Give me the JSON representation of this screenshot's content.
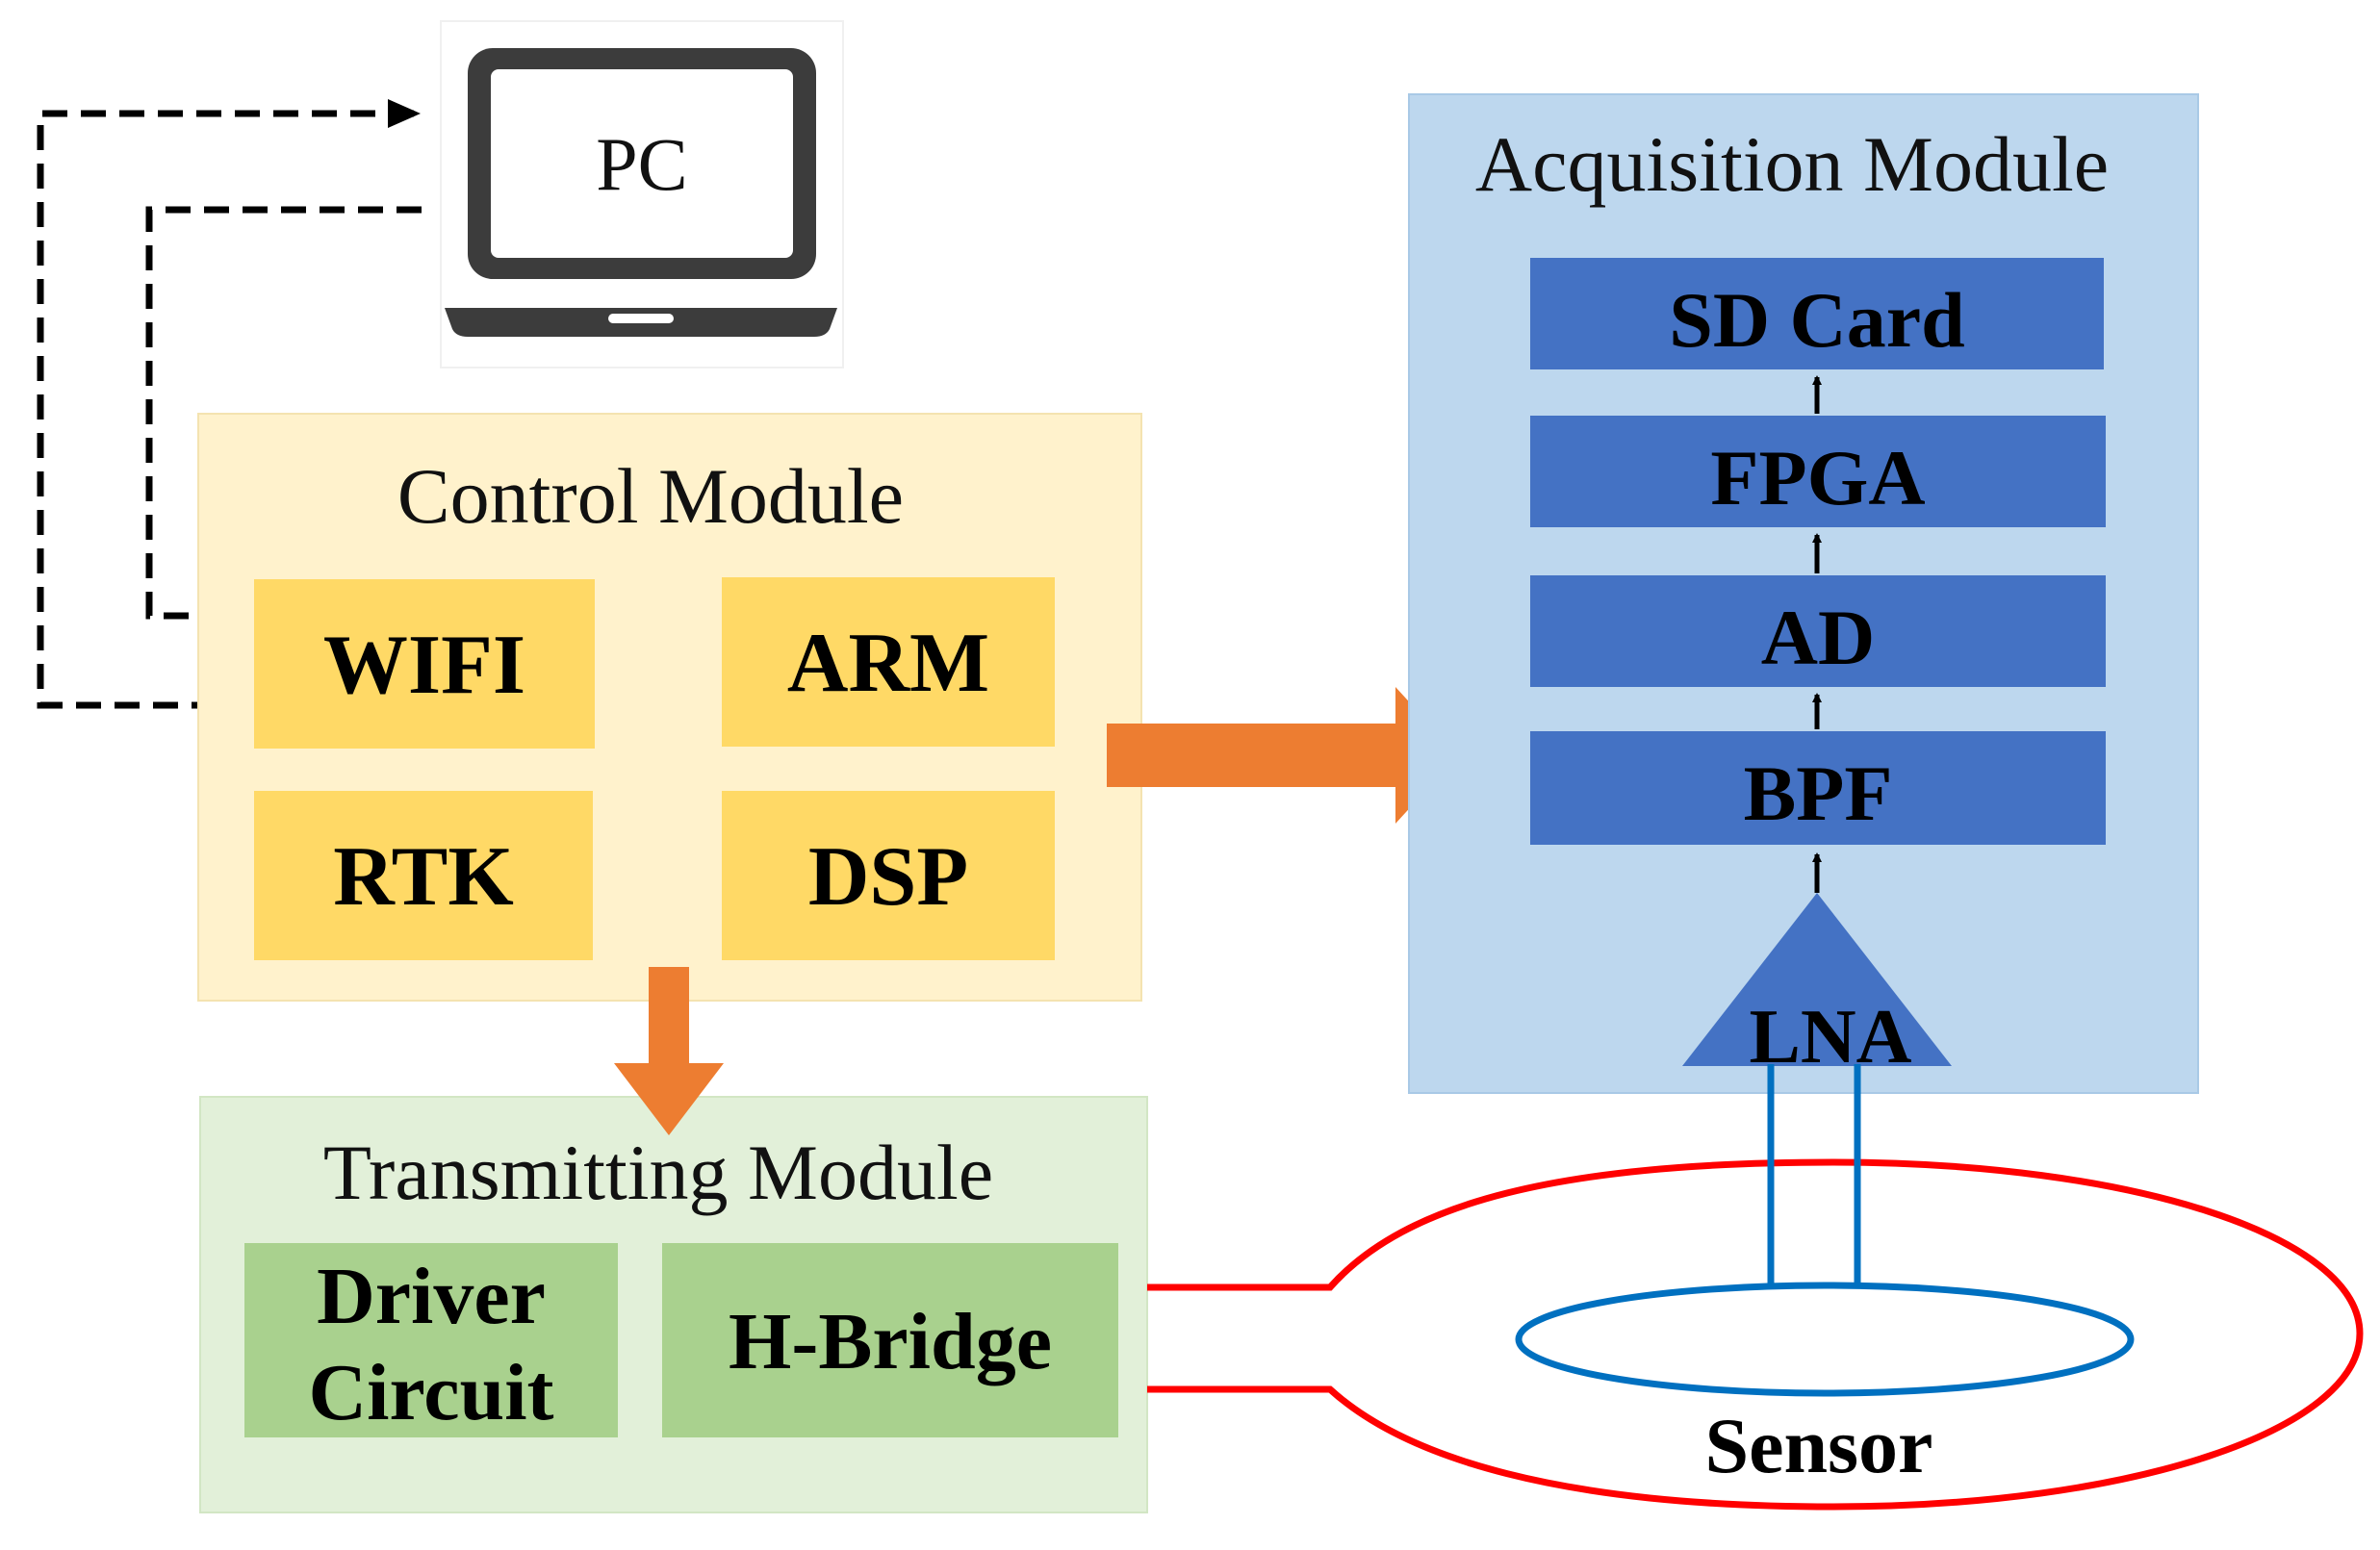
{
  "pc": {
    "label": "PC"
  },
  "control_module": {
    "title": "Control Module",
    "blocks": {
      "wifi": "WIFI",
      "arm": "ARM",
      "rtk": "RTK",
      "dsp": "DSP"
    }
  },
  "transmitting_module": {
    "title": "Transmitting Module",
    "driver_line1": "Driver",
    "driver_line2": "Circuit",
    "hbridge": "H-Bridge"
  },
  "acquisition_module": {
    "title": "Acquisition Module",
    "blocks": {
      "sd_card": "SD Card",
      "fpga": "FPGA",
      "ad": "AD",
      "bpf": "BPF"
    },
    "lna": "LNA"
  },
  "sensor": {
    "label": "Sensor"
  },
  "colors": {
    "control_bg": "#FFF2CC",
    "control_block": "#FFD966",
    "transmit_bg": "#E2F0D9",
    "transmit_block": "#A9D18E",
    "acquisition_bg": "#BDD7EE",
    "acquisition_block": "#4472C4",
    "arrow_orange": "#ED7D31",
    "loop_red": "#FF0000",
    "coil_blue": "#0070C0",
    "laptop_gray": "#3C3C3C"
  }
}
